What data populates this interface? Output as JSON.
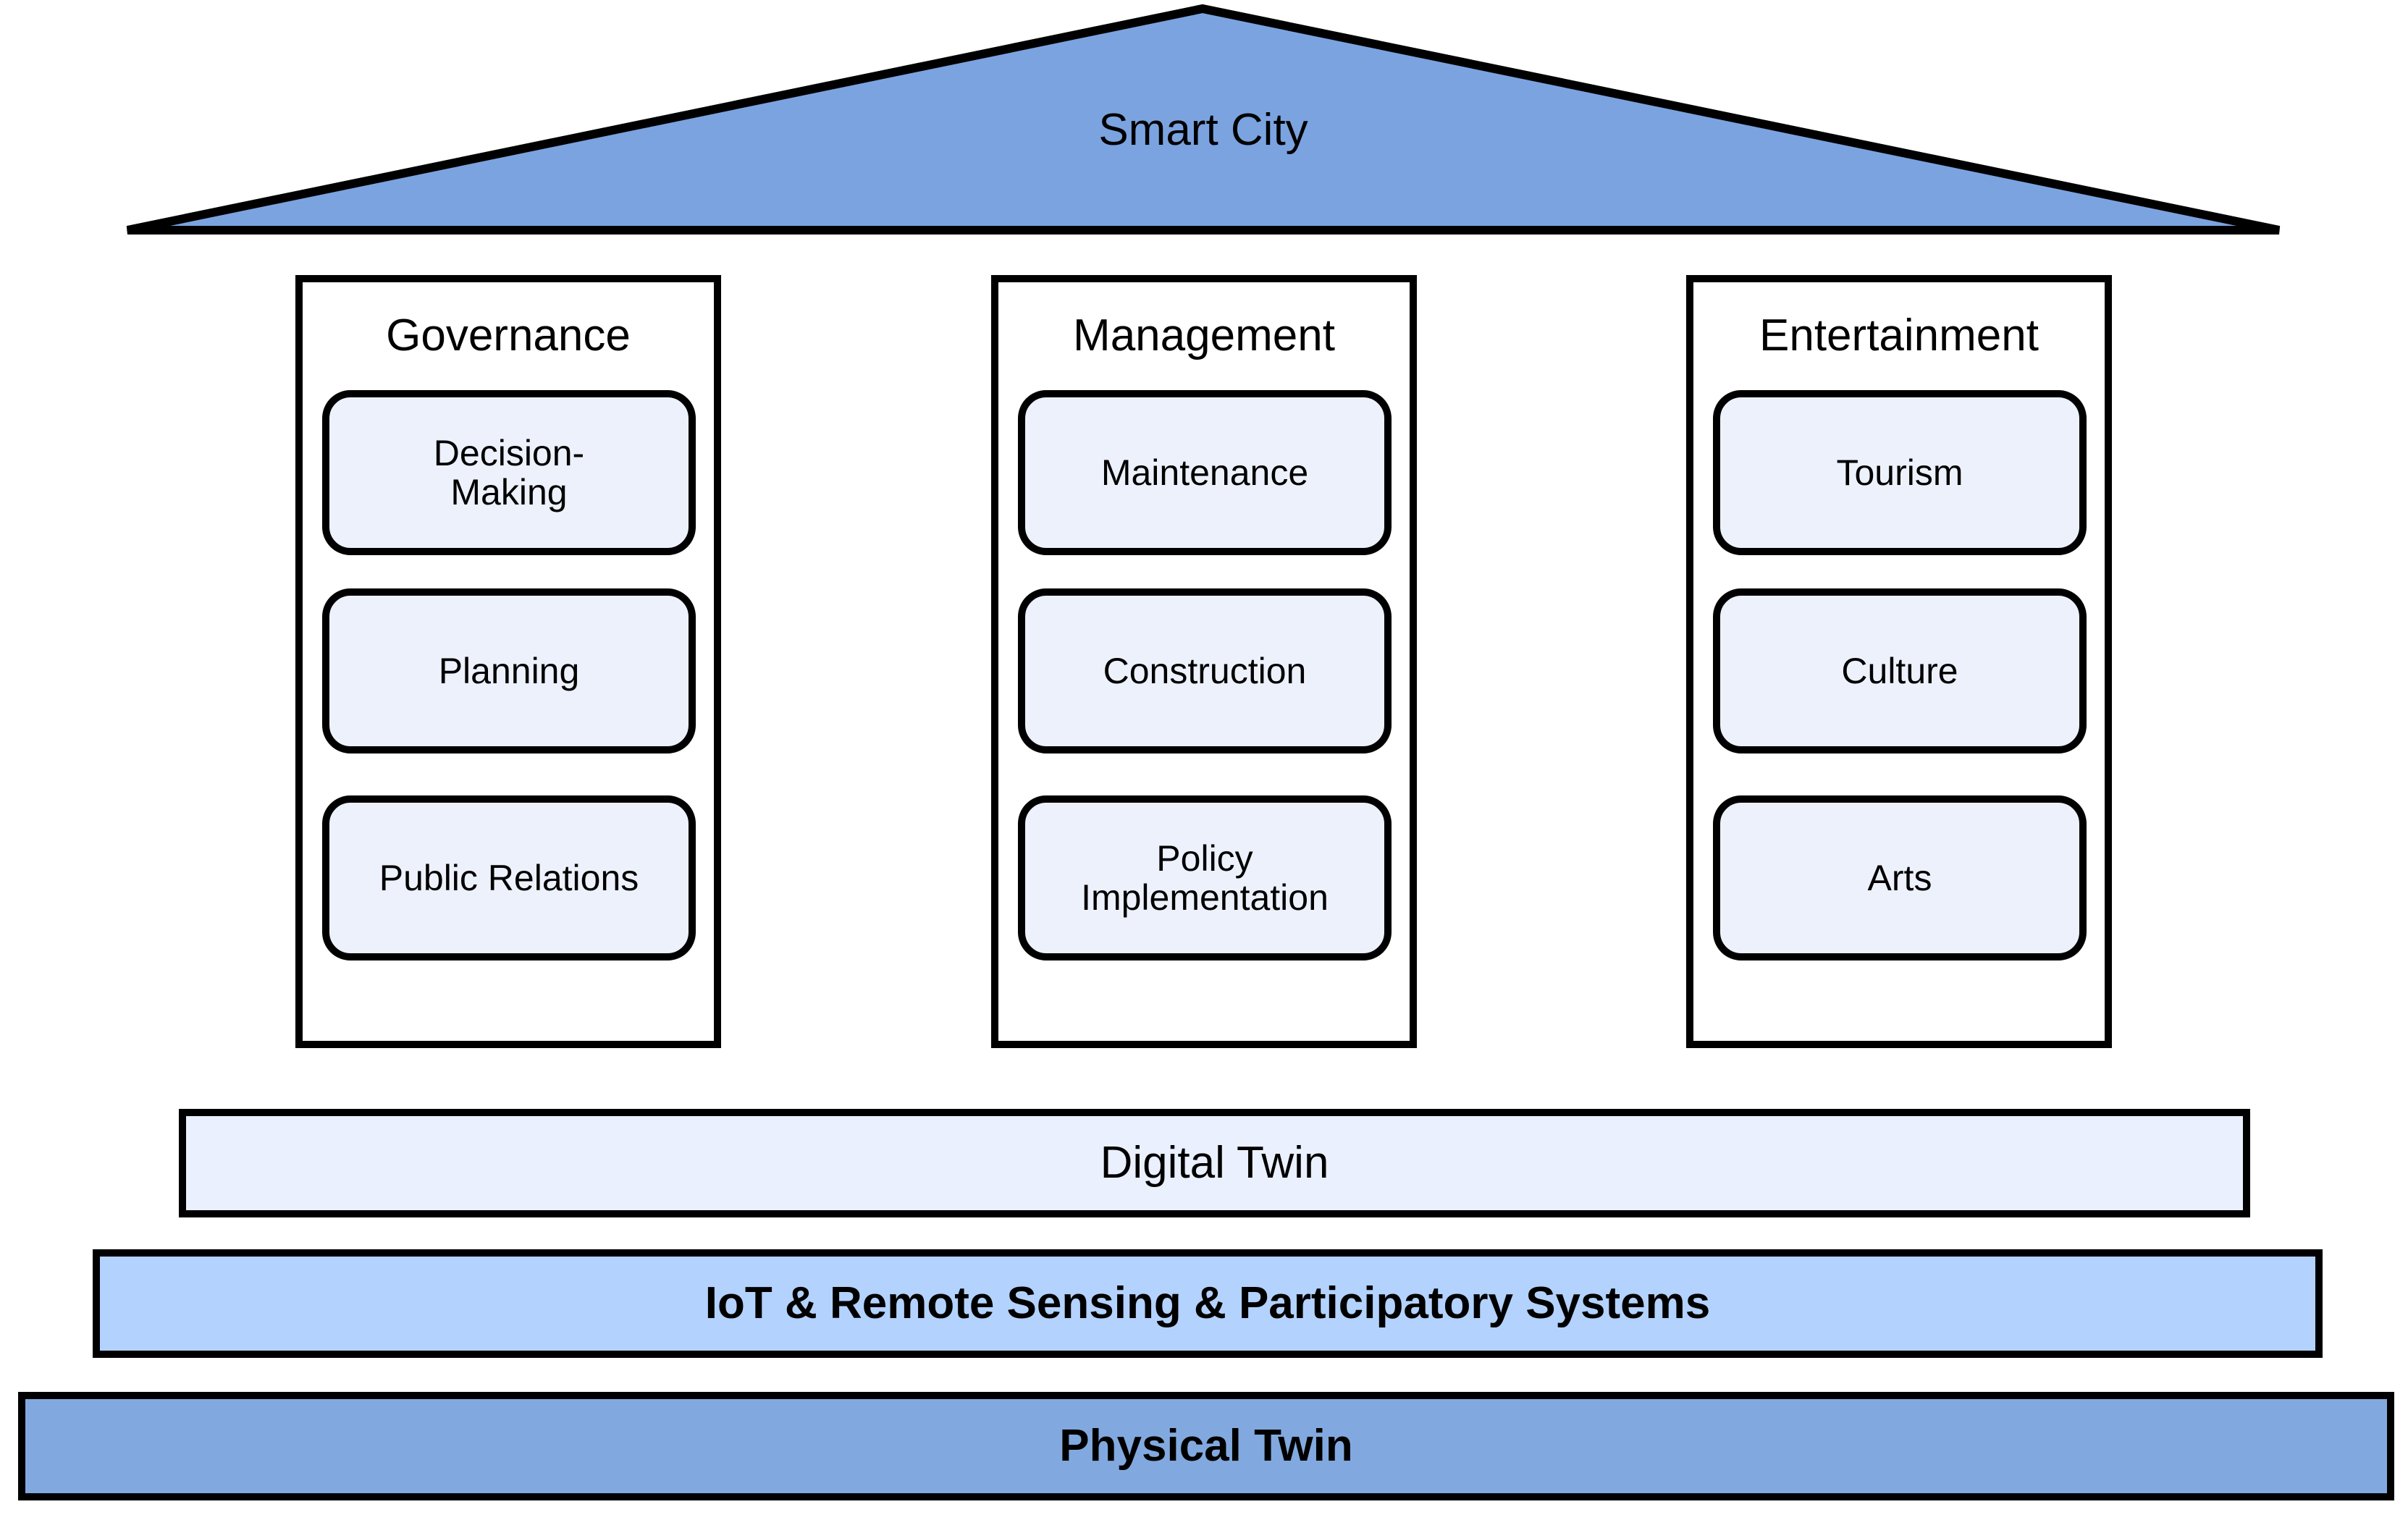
{
  "diagram": {
    "title": "Smart City Digital Twin Framework House Diagram",
    "roof": {
      "label": "Smart City",
      "fill": "#7BA3E0",
      "stroke": "#000000"
    },
    "pillars": [
      {
        "name": "governance",
        "title": "Governance",
        "fill": "#FFFFFF",
        "items": [
          {
            "name": "decision-making",
            "label": "Decision-\nMaking"
          },
          {
            "name": "planning",
            "label": "Planning"
          },
          {
            "name": "public-relations",
            "label": "Public Relations"
          }
        ]
      },
      {
        "name": "management",
        "title": "Management",
        "fill": "#FFFFFF",
        "items": [
          {
            "name": "maintenance",
            "label": "Maintenance"
          },
          {
            "name": "construction",
            "label": "Construction"
          },
          {
            "name": "policy-implementation",
            "label": "Policy\nImplementation"
          }
        ]
      },
      {
        "name": "entertainment",
        "title": "Entertainment",
        "fill": "#FFFFFF",
        "items": [
          {
            "name": "tourism",
            "label": "Tourism"
          },
          {
            "name": "culture",
            "label": "Culture"
          },
          {
            "name": "arts",
            "label": "Arts"
          }
        ]
      }
    ],
    "item_fill": "#EDF1FC",
    "bands": [
      {
        "name": "digital-twin",
        "label": "Digital Twin",
        "fill": "#EAF0FD",
        "bold": false
      },
      {
        "name": "iot-remote-sensing-participatory-systems",
        "label": "IoT & Remote Sensing & Participatory Systems",
        "fill": "#B3D2FD",
        "bold": true
      },
      {
        "name": "physical-twin",
        "label": "Physical Twin",
        "fill": "#82A9DF",
        "bold": true
      }
    ]
  }
}
